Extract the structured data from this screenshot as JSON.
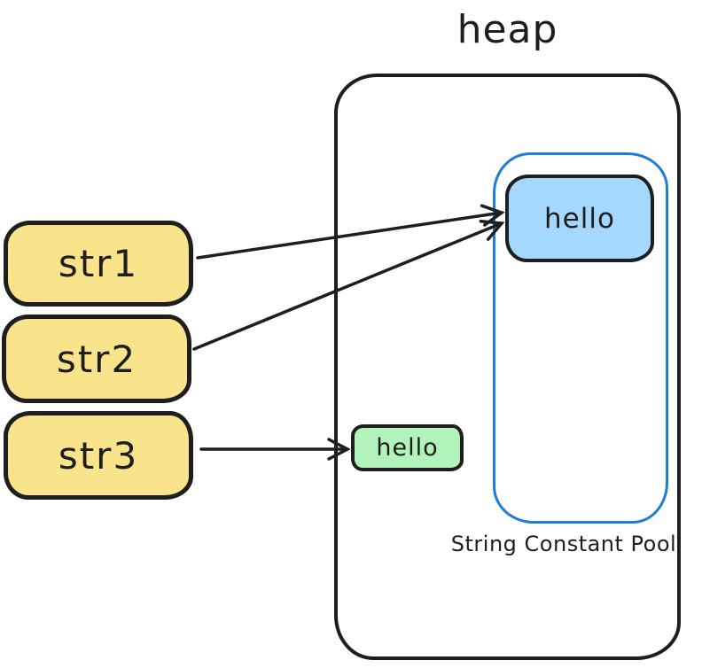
{
  "containers": {
    "heap": {
      "label": "heap"
    },
    "string_constant_pool": {
      "label": "String Constant Pool",
      "border_color": "#1c7ed6"
    }
  },
  "nodes": {
    "str1": {
      "label": "str1",
      "fill": "#f9e48b"
    },
    "str2": {
      "label": "str2",
      "fill": "#f9e48b"
    },
    "str3": {
      "label": "str3",
      "fill": "#f9e48b"
    },
    "pool_hello": {
      "label": "hello",
      "fill": "#a5d8ff"
    },
    "heap_hello": {
      "label": "hello",
      "fill": "#b2f2bb"
    }
  },
  "edges": [
    {
      "from": "str1",
      "to": "pool_hello"
    },
    {
      "from": "str2",
      "to": "pool_hello"
    },
    {
      "from": "str3",
      "to": "heap_hello"
    }
  ],
  "colors": {
    "stroke": "#1e1e1e",
    "yellow_fill": "#f9e48b",
    "blue_fill": "#a5d8ff",
    "green_fill": "#b2f2bb",
    "pool_border": "#1c7ed6",
    "background": "#ffffff"
  }
}
